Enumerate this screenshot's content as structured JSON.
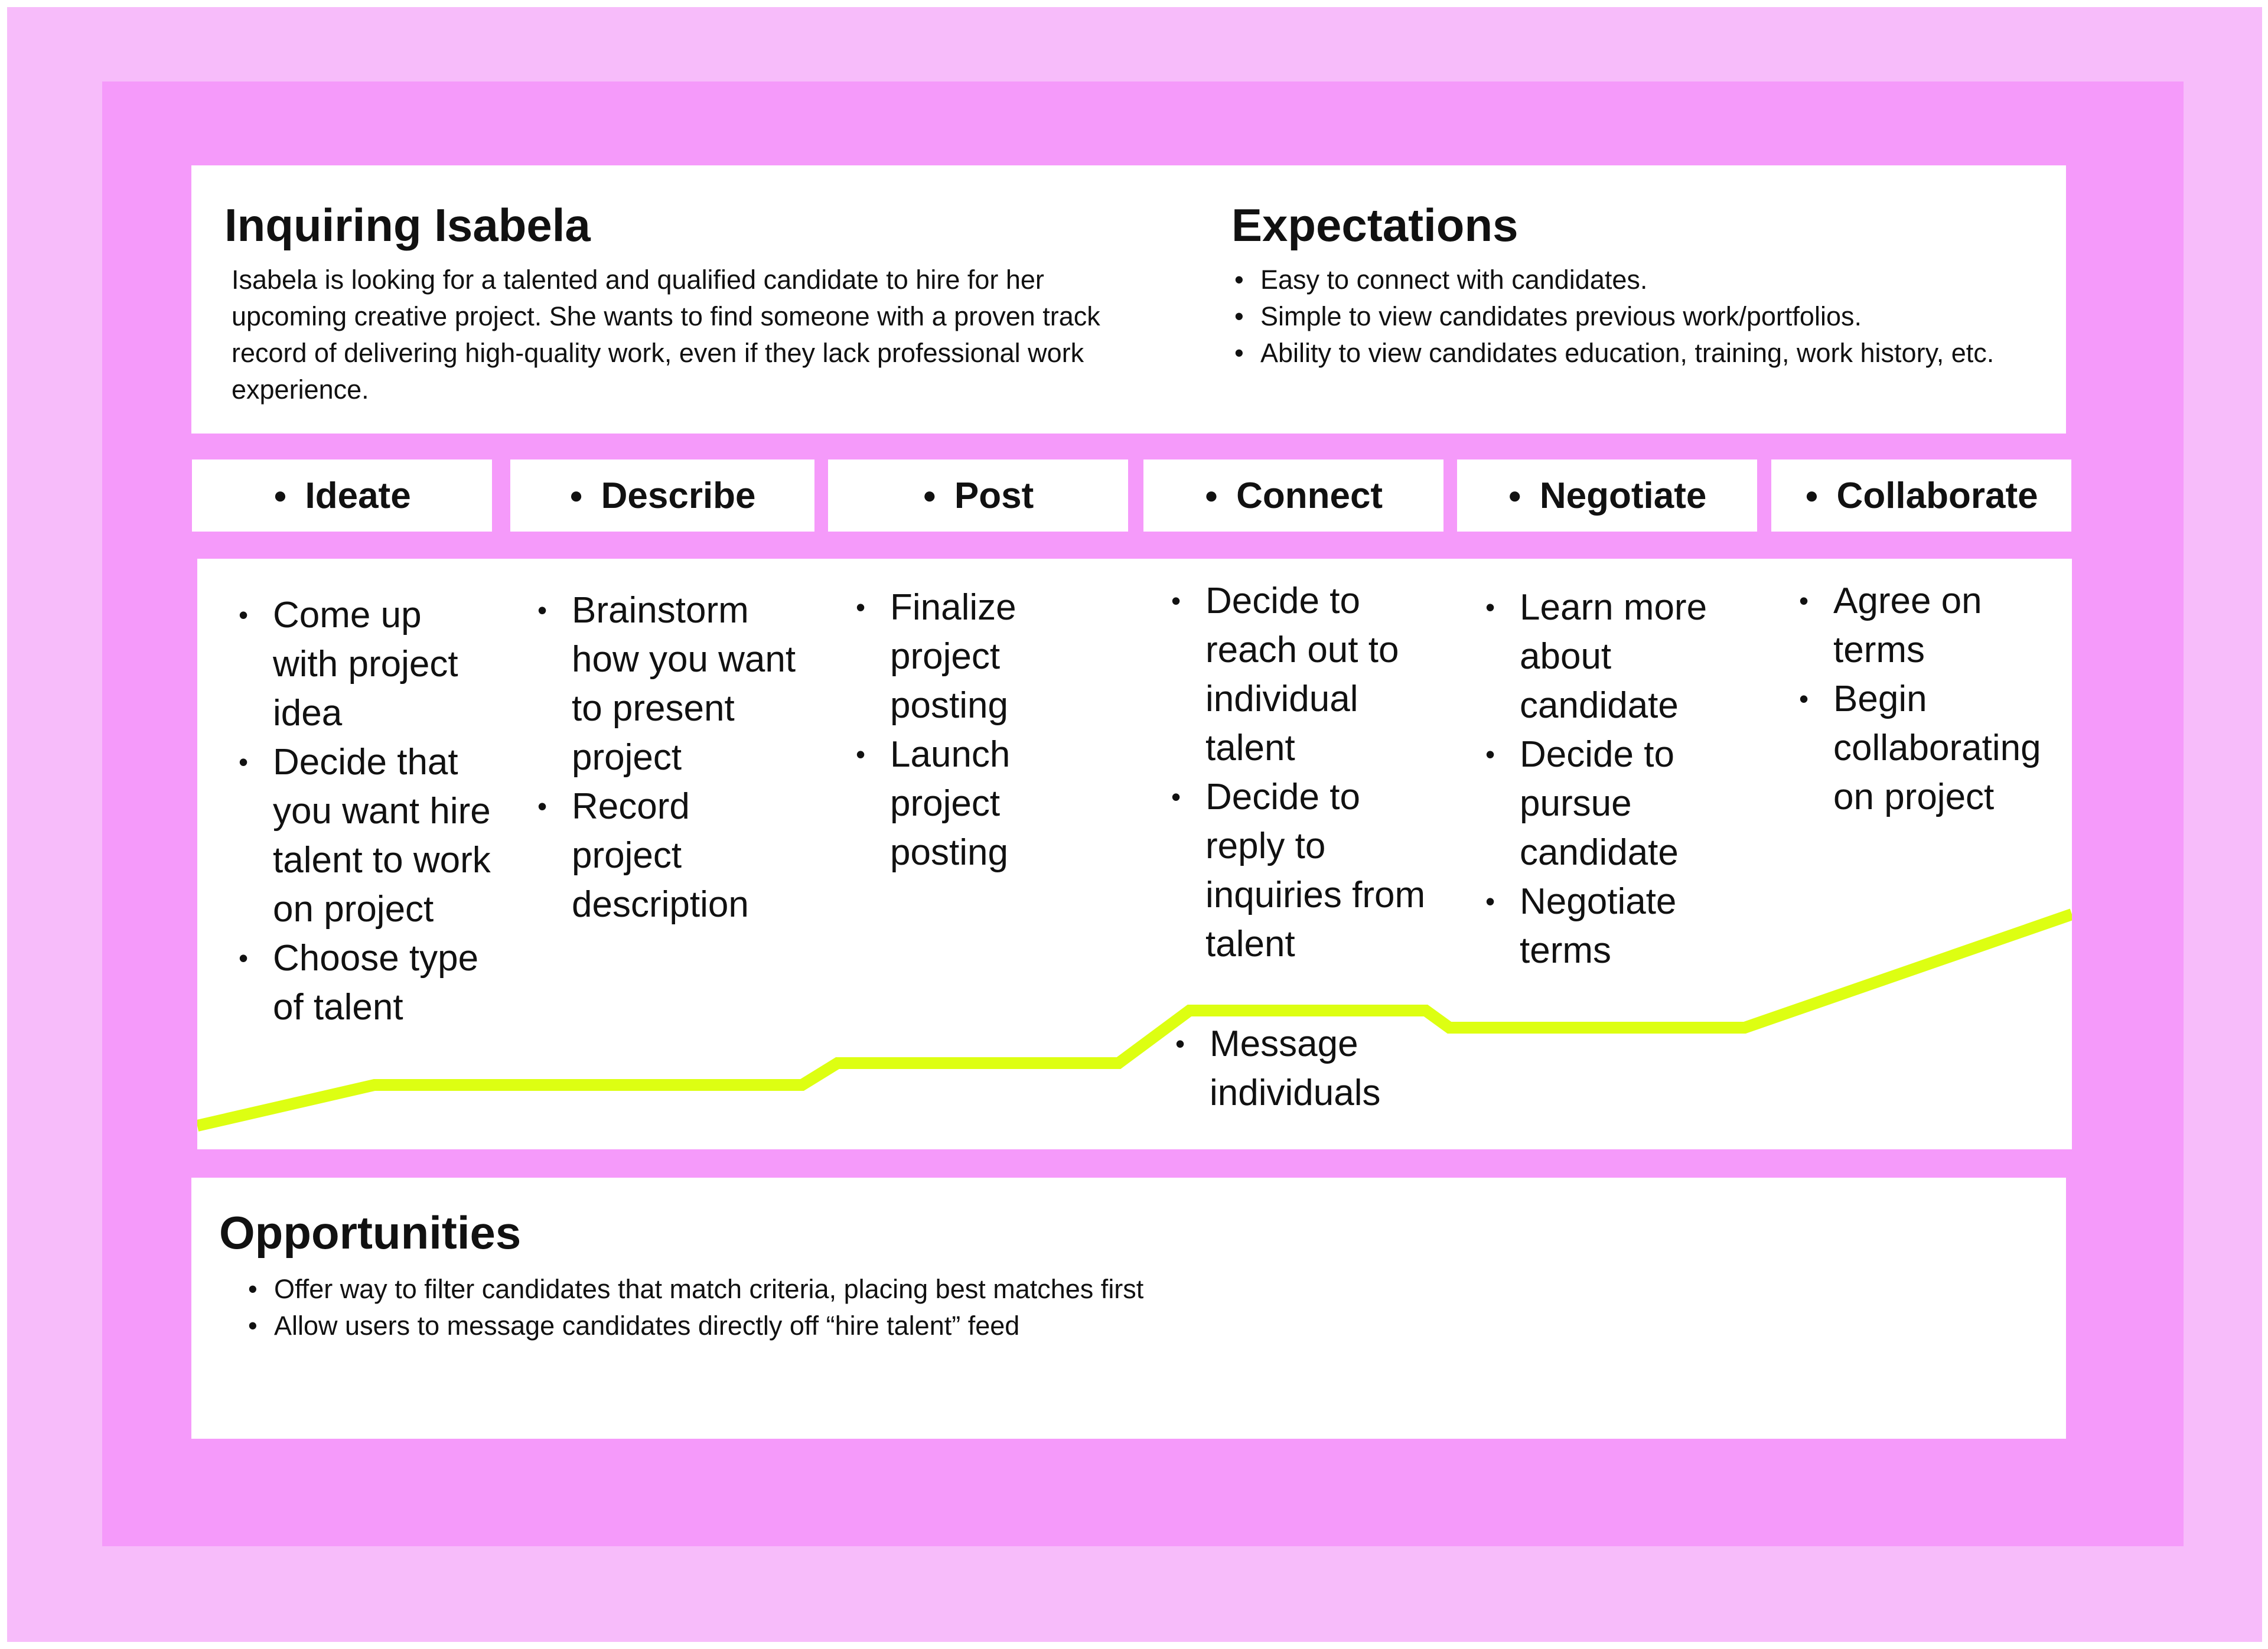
{
  "colors": {
    "outer_bg": "#f7bcfa",
    "inner_bg": "#f59afa",
    "card_bg": "#ffffff",
    "curve": "#ddff12",
    "text": "#111111"
  },
  "persona": {
    "title": "Inquiring Isabela",
    "description": "Isabela is looking for a talented and qualified candidate to hire for her upcoming creative project. She wants to find someone with a proven track record of delivering high-quality work, even if they lack professional work experience."
  },
  "expectations": {
    "title": "Expectations",
    "items": [
      "Easy to connect with candidates.",
      "Simple to view candidates previous work/portfolios.",
      "Ability to view candidates education, training, work history, etc."
    ]
  },
  "stages": [
    {
      "label": "Ideate",
      "actions": [
        "Come up with project idea",
        "Decide that you want hire talent to work on project",
        "Choose type of talent"
      ]
    },
    {
      "label": "Describe",
      "actions": [
        "Brainstorm how you want to present project",
        "Record project description"
      ]
    },
    {
      "label": "Post",
      "actions": [
        "Finalize project posting",
        "Launch project posting"
      ]
    },
    {
      "label": "Connect",
      "actions": [
        "Decide to reach out to individual talent",
        "Decide to reply to inquiries from talent"
      ],
      "below_line": [
        "Message individuals"
      ]
    },
    {
      "label": "Negotiate",
      "actions": [
        "Learn more about candidate",
        "Decide to pursue candidate",
        "Negotiate terms"
      ]
    },
    {
      "label": "Collaborate",
      "actions": [
        "Agree on terms",
        "Begin collaborating on project"
      ]
    }
  ],
  "opportunities": {
    "title": "Opportunities",
    "items": [
      "Offer way to filter candidates that match criteria, placing best matches first",
      "Allow users to message candidates directly off “hire talent” feed"
    ]
  }
}
